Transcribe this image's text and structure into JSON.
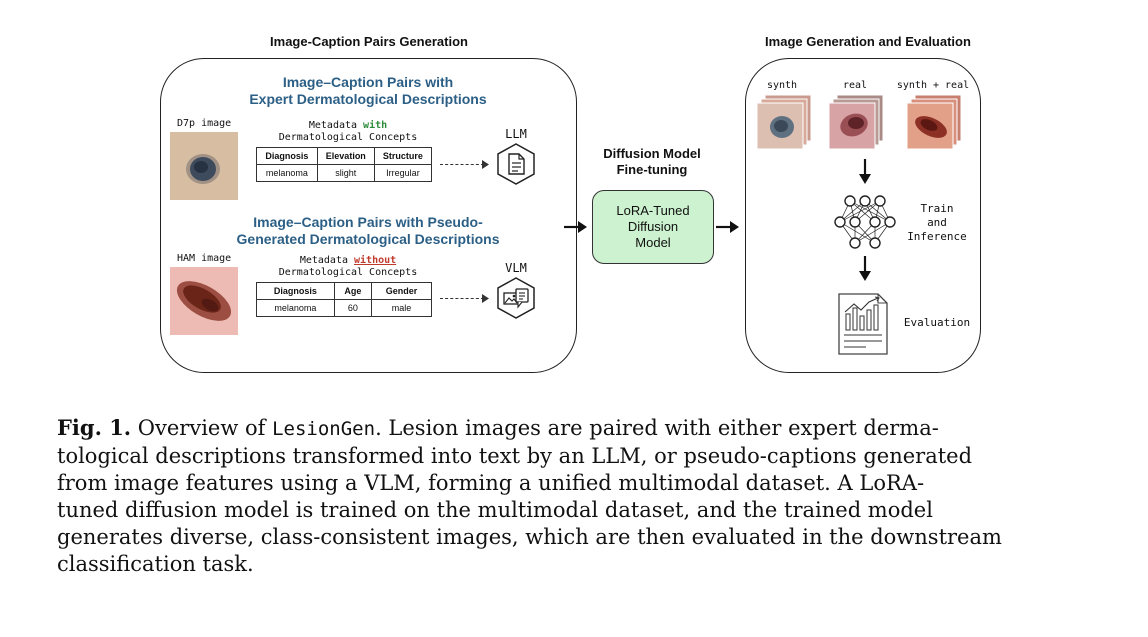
{
  "left_section": {
    "title": "Image-Caption Pairs Generation",
    "expert": {
      "heading_line1": "Image–Caption Pairs with",
      "heading_line2": "Expert Dermatological Descriptions",
      "image_label": "D7p image",
      "metadata_prefix": "Metadata ",
      "metadata_keyword": "with",
      "metadata_line2": "Dermatological Concepts",
      "table": {
        "headers": [
          "Diagnosis",
          "Elevation",
          "Structure"
        ],
        "row": [
          "melanoma",
          "slight",
          "Irregular"
        ]
      },
      "model_label": "LLM",
      "model_icon": "document-icon"
    },
    "pseudo": {
      "heading_line1": "Image–Caption Pairs with Pseudo-",
      "heading_line2": "Generated Dermatological Descriptions",
      "image_label": "HAM image",
      "metadata_prefix": "Metadata ",
      "metadata_keyword": "without",
      "metadata_line2": "Dermatological Concepts",
      "table": {
        "headers": [
          "Diagnosis",
          "Age",
          "Gender"
        ],
        "row": [
          "melanoma",
          "60",
          "male"
        ]
      },
      "model_label": "VLM",
      "model_icon": "image-text-icon"
    }
  },
  "middle_section": {
    "title_line1": "Diffusion Model",
    "title_line2": "Fine-tuning",
    "box_line1": "LoRA-Tuned",
    "box_line2": "Diffusion",
    "box_line3": "Model",
    "box_color": "#cdf2cf"
  },
  "right_section": {
    "title": "Image Generation and Evaluation",
    "stacks": [
      "synth",
      "real",
      "synth + real"
    ],
    "train_line1": "Train",
    "train_line2": "and",
    "train_line3": "Inference",
    "evaluation": "Evaluation"
  },
  "caption": {
    "label": "Fig. 1.",
    "lead": " Overview of ",
    "code": "LesionGen",
    "rest": ". Lesion images are paired with either expert derma-",
    "line2": "tological descriptions transformed into text by an LLM, or pseudo-captions generated",
    "line3": "from image features using a VLM, forming a unified multimodal dataset. A LoRA-",
    "line4": "tuned diffusion model is trained on the multimodal dataset, and the trained model",
    "line5": "generates diverse, class-consistent images, which are then evaluated in the downstream",
    "line6": "classification task."
  },
  "colors": {
    "heading_blue": "#2c5f86",
    "with_green": "#2e8b3a",
    "without_red": "#c0392b"
  }
}
